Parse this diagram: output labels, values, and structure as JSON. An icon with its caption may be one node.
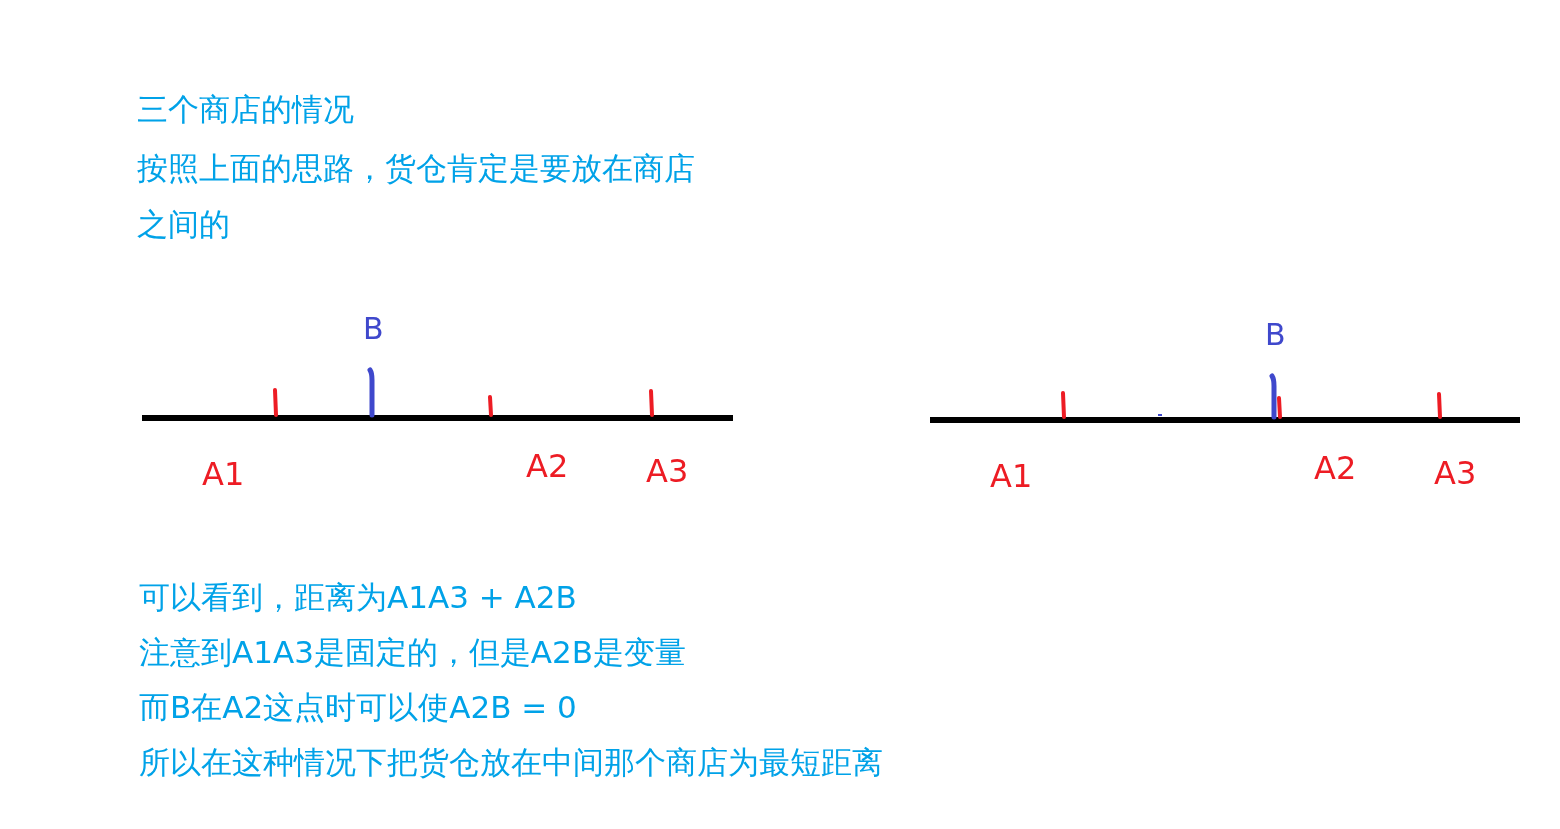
{
  "diagram": {
    "labels": [
      "三个商店的情况",
      "按照上面的思路，货仓肯定是要放在商店之间的",
      "B",
      "A1",
      "A2",
      "A3",
      "B",
      "A1",
      "A2",
      "A3",
      "可以看到，距离为A1A3 + A2B",
      "注意到A1A3是固定的，但是A2B是变量",
      "而B在A2这点时可以使A2B = 0",
      "所以在这种情况下把货仓放在中间那个商店为最短距离"
    ]
  }
}
